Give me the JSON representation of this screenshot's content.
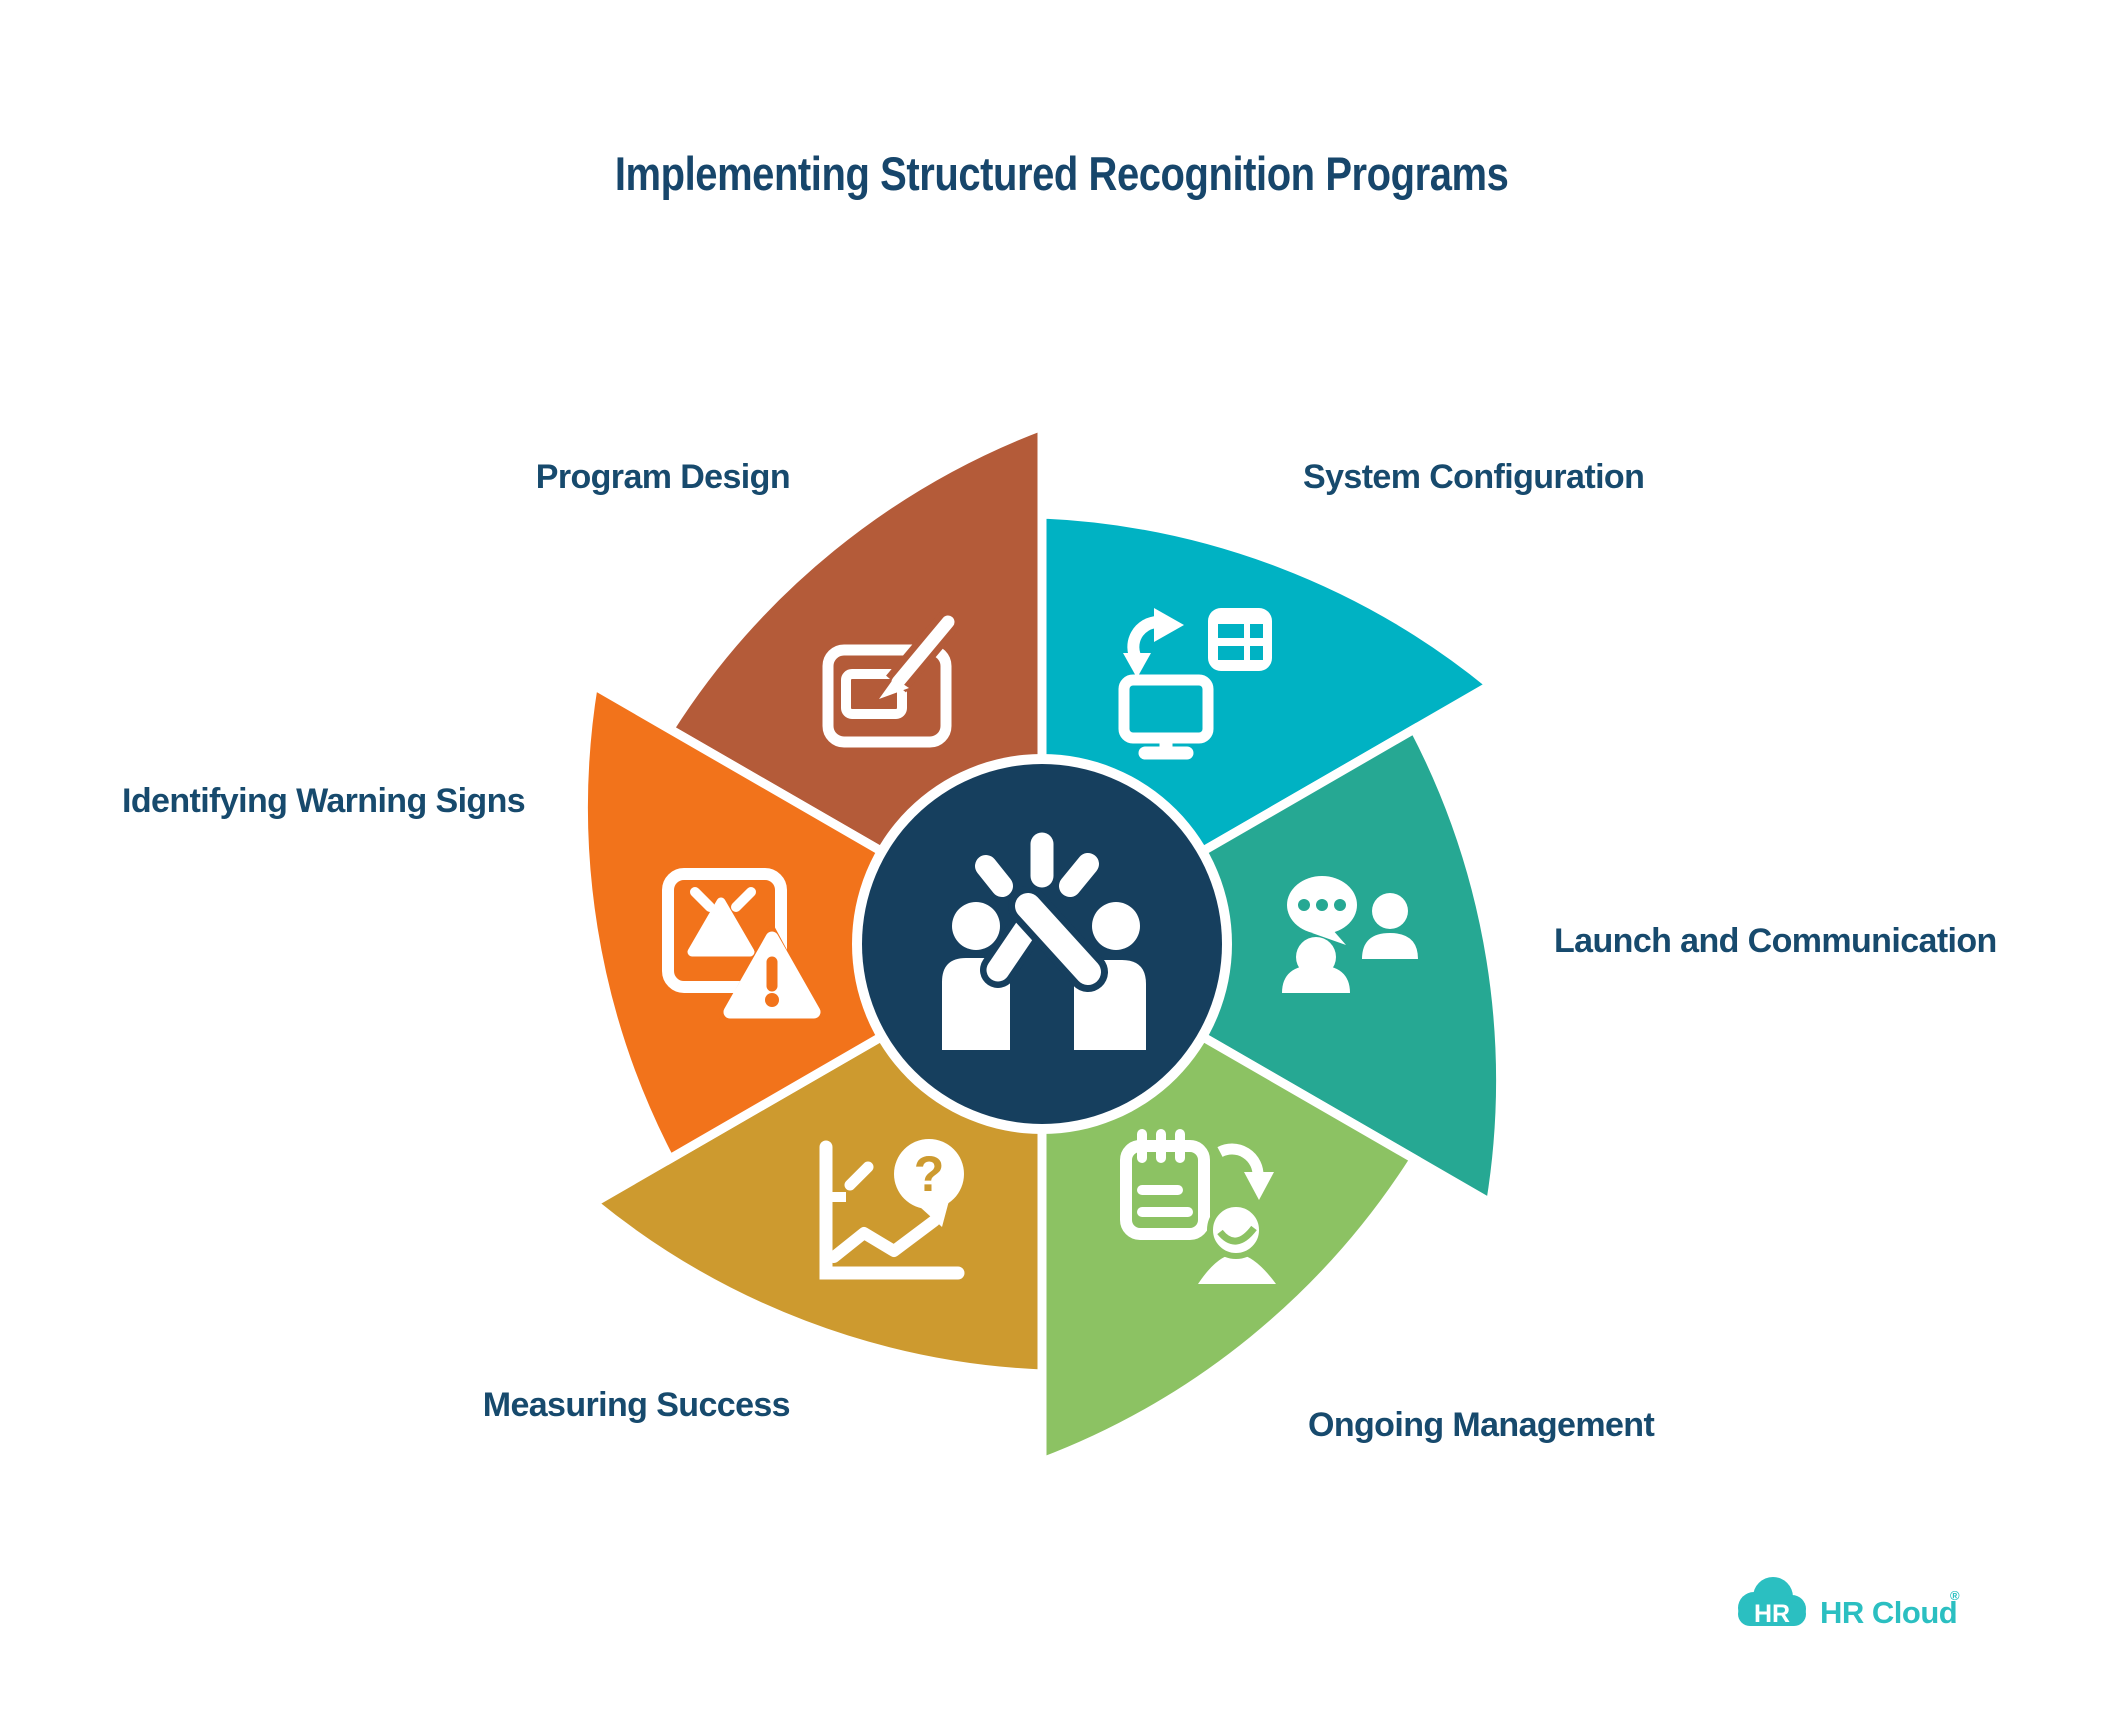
{
  "title": {
    "text": "Implementing Structured Recognition Programs",
    "color": "#17466b"
  },
  "center": {
    "icon": "high-five-icon",
    "color": "#163f5e"
  },
  "segments": [
    {
      "id": "program-design",
      "label": "Program Design",
      "color": "#b45b39",
      "icon": "design-pen-icon"
    },
    {
      "id": "system-configuration",
      "label": "System Configuration",
      "color": "#00b2c3",
      "icon": "system-sync-icon"
    },
    {
      "id": "launch-and-communication",
      "label": "Launch and Communication",
      "color": "#26a893",
      "icon": "communication-icon"
    },
    {
      "id": "ongoing-management",
      "label": "Ongoing Management",
      "color": "#8cc263",
      "icon": "clipboard-person-icon"
    },
    {
      "id": "measuring-success",
      "label": "Measuring Success",
      "color": "#cd9a2f",
      "icon": "chart-question-icon"
    },
    {
      "id": "identifying-warning-signs",
      "label": "Identifying Warning Signs",
      "color": "#f2731b",
      "icon": "warning-triangle-icon"
    }
  ],
  "glyphs": {
    "question_mark": "?"
  },
  "logo": {
    "badge_text": "HR",
    "brand_text": "HR Cloud",
    "trademark": "®",
    "color": "#2bbfc1"
  },
  "label_color": "#174a6d",
  "background_color": "#ffffff"
}
